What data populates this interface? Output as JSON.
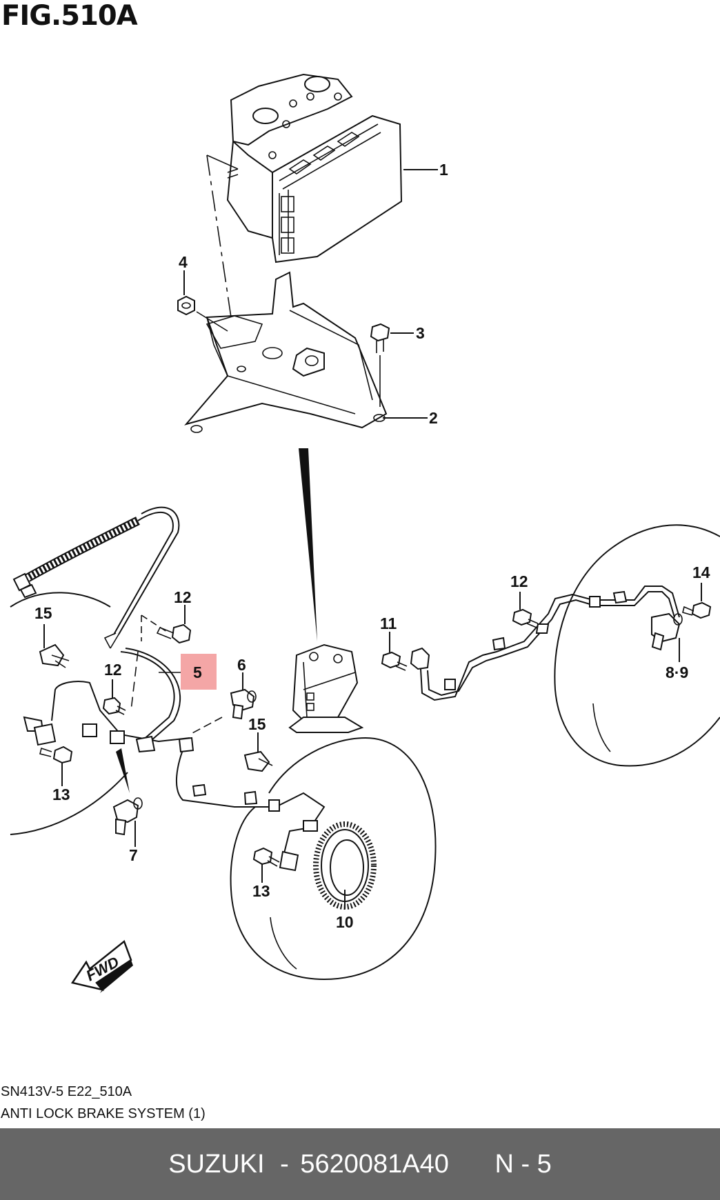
{
  "figure": {
    "title": "FIG.510A",
    "code": "SN413V-5 E22_510A",
    "name": "ANTI LOCK BRAKE SYSTEM (1)",
    "highlight_color": "#f4a6a6"
  },
  "callouts": {
    "c1": "1",
    "c2": "2",
    "c3": "3",
    "c4": "4",
    "c5": "5",
    "c6": "6",
    "c7": "7",
    "c89": "8·9",
    "c10": "10",
    "c11": "11",
    "c12a": "12",
    "c12b": "12",
    "c12c": "12",
    "c13a": "13",
    "c13b": "13",
    "c14": "14",
    "c15a": "15",
    "c15b": "15"
  },
  "direction_label": "FWD",
  "footer": {
    "brand": "SUZUKI",
    "separator": "-",
    "part_number": "5620081A40",
    "page": "N - 5",
    "background": "#666666"
  }
}
